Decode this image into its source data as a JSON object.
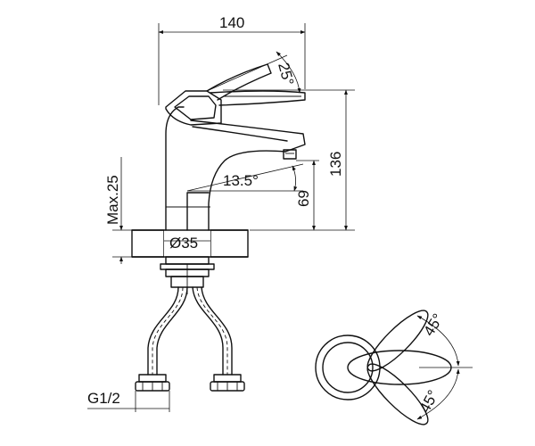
{
  "drawing": {
    "dimensions": {
      "width_total": "140",
      "lever_angle": "25°",
      "spout_angle": "13.5°",
      "height_total": "136",
      "spout_height": "69",
      "max_thickness": "Max.25",
      "base_diameter": "Ø35",
      "thread": "G1/2",
      "rotation_top": "45°",
      "rotation_bottom": "45°"
    }
  }
}
